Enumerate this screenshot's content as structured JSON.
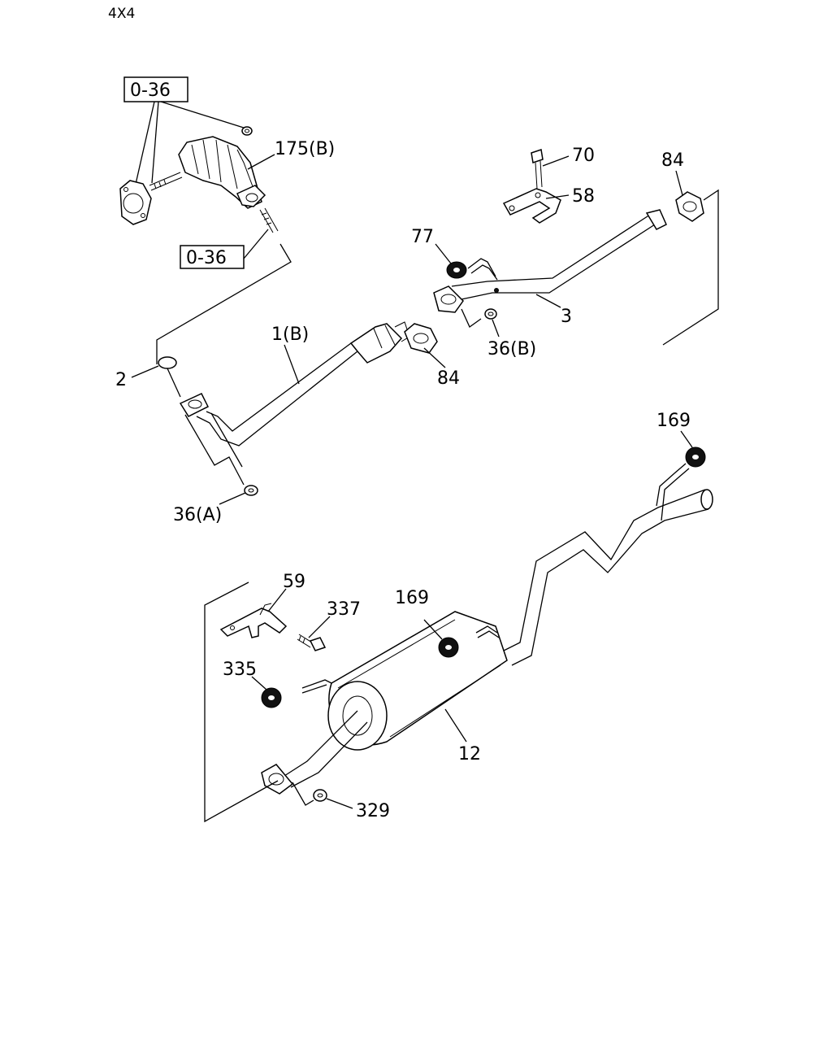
{
  "header": {
    "variant": "4X4"
  },
  "callouts": {
    "ref_top": "0-36",
    "ref_mid": "0-36",
    "p175b": "175(B)",
    "p70": "70",
    "p84_right": "84",
    "p58": "58",
    "p77": "77",
    "p3": "3",
    "p36b": "36(B)",
    "p1b": "1(B)",
    "p84_mid": "84",
    "p2": "2",
    "p36a": "36(A)",
    "p169_right": "169",
    "p59": "59",
    "p337": "337",
    "p169_muffler": "169",
    "p335": "335",
    "p12": "12",
    "p329": "329"
  },
  "colors": {
    "line": "#000000",
    "background": "#ffffff"
  }
}
